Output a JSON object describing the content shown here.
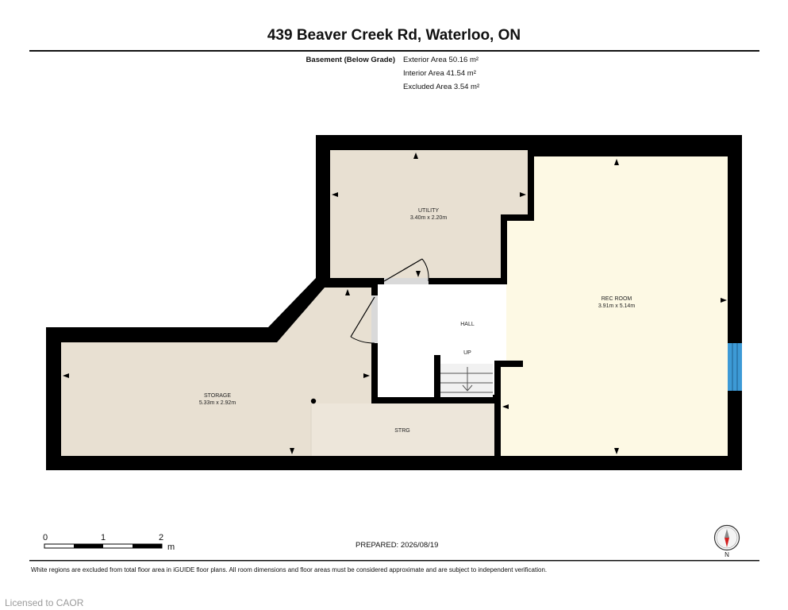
{
  "title": "439 Beaver Creek Rd, Waterloo, ON",
  "floor": {
    "label": "Basement (Below Grade)",
    "exterior_area": "Exterior Area 50.16 m²",
    "interior_area": "Interior Area 41.54 m²",
    "excluded_area": "Excluded Area 3.54 m²"
  },
  "rooms": {
    "utility": {
      "name": "UTILITY",
      "dims": "3.40m x 2.20m"
    },
    "rec_room": {
      "name": "REC ROOM",
      "dims": "3.91m x 5.14m"
    },
    "hall": {
      "name": "HALL"
    },
    "stairs": {
      "label": "UP"
    },
    "storage": {
      "name": "STORAGE",
      "dims": "5.33m x 2.92m"
    },
    "strg": {
      "name": "STRG"
    }
  },
  "colors": {
    "wall": "#000000",
    "utility_fill": "#e8e0d2",
    "storage_fill": "#e8e0d2",
    "strg_fill": "#ede6da",
    "rec_room_fill": "#fdf9e4",
    "window": "#3d9ad6"
  },
  "scale_bar": {
    "ticks": [
      "0",
      "1",
      "2"
    ],
    "unit": "m"
  },
  "prepared": "PREPARED: 2026/08/19",
  "compass": {
    "label": "N",
    "icon": "compass-icon"
  },
  "footnote": "White regions are excluded from total floor area in iGUIDE floor plans. All room dimensions and floor areas must be considered approximate and are subject to independent verification.",
  "license": "Licensed to CAOR"
}
